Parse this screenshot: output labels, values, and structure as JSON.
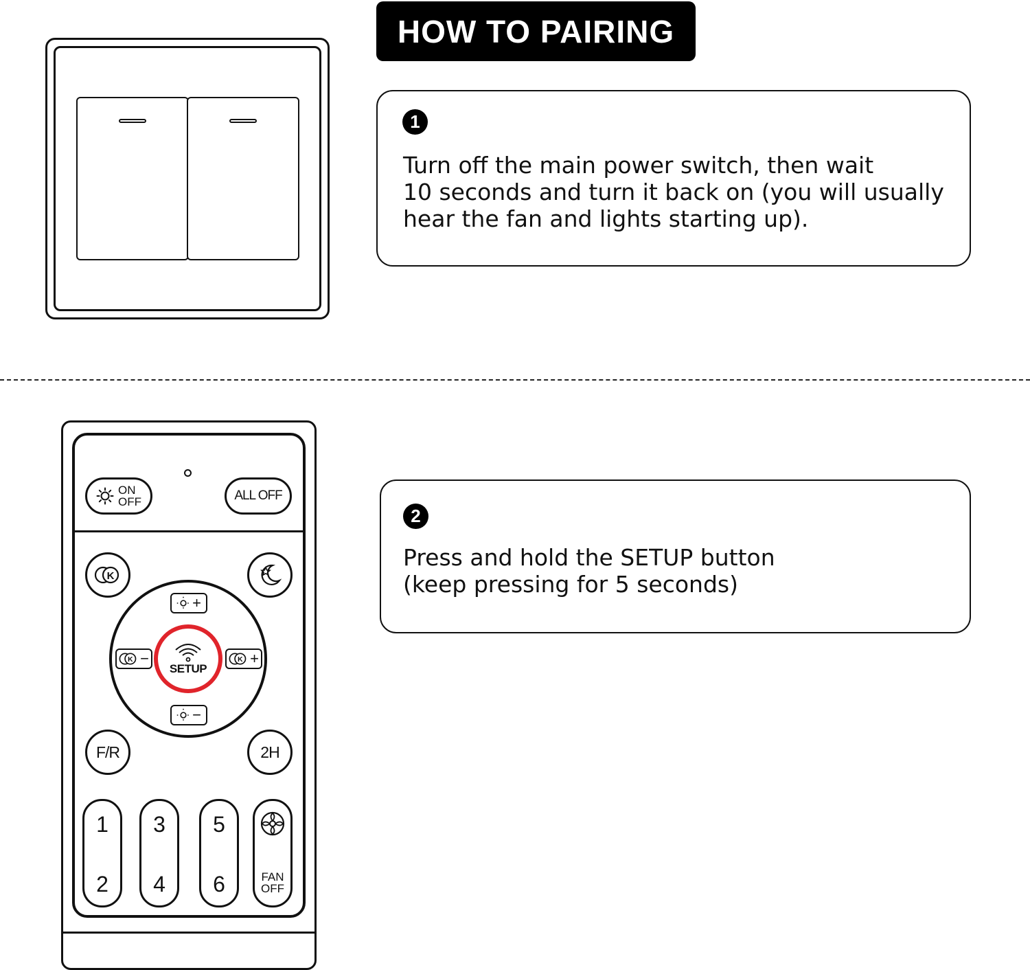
{
  "header": {
    "title": "HOW TO PAIRING"
  },
  "steps": [
    {
      "number": "1",
      "text": "Turn off the main power switch, then wait\n10 seconds and turn it back on (you will usually\nhear the fan and lights starting up)."
    },
    {
      "number": "2",
      "text": "Press and hold the SETUP button\n(keep pressing for 5 seconds)"
    }
  ],
  "remote": {
    "on_label": "ON",
    "off_label": "OFF",
    "all_off": "ALL OFF",
    "setup": "SETUP",
    "fr": "F/R",
    "timer": "2H",
    "k_letter": "K",
    "plus": "+",
    "minus": "−",
    "numbers": [
      "1",
      "2",
      "3",
      "4",
      "5",
      "6"
    ],
    "fan_label": "FAN",
    "fan_off": "OFF",
    "highlight_color": "#e0242b"
  },
  "icons": [
    "light-switch-icon",
    "sun-icon",
    "moon-star-icon",
    "color-temp-icon",
    "wifi-icon",
    "fan-icon"
  ]
}
